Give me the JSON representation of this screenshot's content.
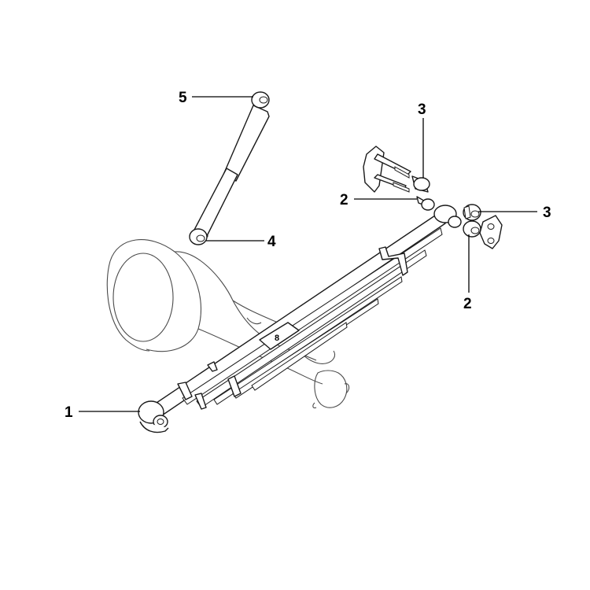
{
  "diagram": {
    "callouts": {
      "c1": "1",
      "c2_upper": "2",
      "c2_lower": "2",
      "c3_upper": "3",
      "c3_right": "3",
      "c4": "4",
      "c5": "5"
    },
    "spring_center_mark": "8"
  }
}
